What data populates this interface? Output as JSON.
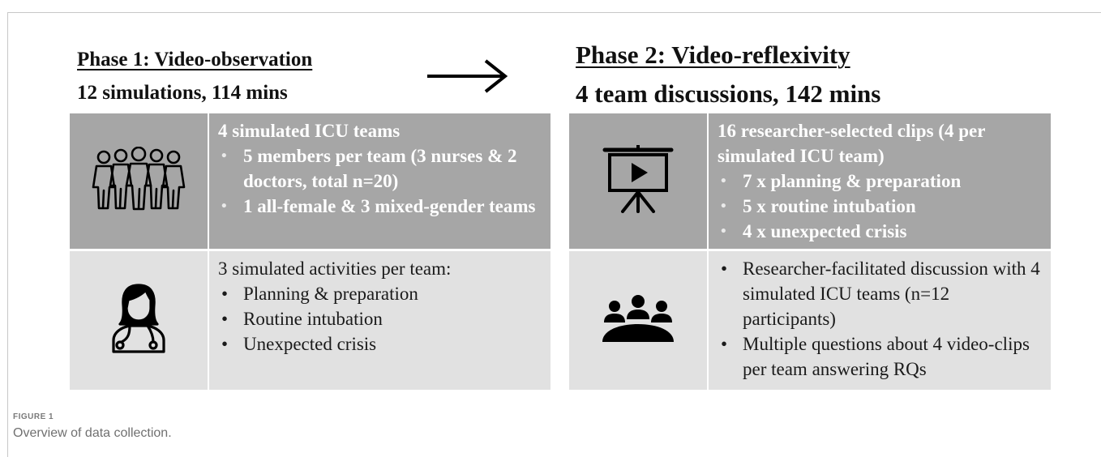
{
  "phase1": {
    "title": "Phase 1: Video-observation",
    "subtitle": "12 simulations, 114 mins",
    "row1": {
      "icon": "team-people-icon",
      "heading": "4 simulated ICU teams",
      "bullets": [
        "5 members per team (3 nurses & 2 doctors, total n=20)",
        "1 all-female & 3 mixed-gender teams"
      ]
    },
    "row2": {
      "icon": "doctor-icon",
      "heading": "3 simulated activities per team:",
      "bullets": [
        "Planning & preparation",
        "Routine intubation",
        "Unexpected crisis"
      ]
    }
  },
  "phase2": {
    "title": "Phase 2: Video-reflexivity",
    "subtitle": "4 team discussions, 142 mins",
    "row1": {
      "icon": "video-presentation-icon",
      "heading": "16 researcher-selected clips (4 per simulated ICU team)",
      "bullets": [
        "7 x planning & preparation",
        "5 x routine intubation",
        "4 x unexpected crisis"
      ]
    },
    "row2": {
      "icon": "group-meeting-icon",
      "bullets": [
        "Researcher-facilitated discussion with 4 simulated ICU teams (n=12 participants)",
        "Multiple questions about 4 video-clips per team answering RQs"
      ]
    }
  },
  "arrow_icon": "right-arrow-icon",
  "caption": {
    "label": "FIGURE 1",
    "text": "Overview of data collection."
  },
  "colors": {
    "dark_cell": "#a6a6a6",
    "light_cell": "#e1e1e1"
  }
}
